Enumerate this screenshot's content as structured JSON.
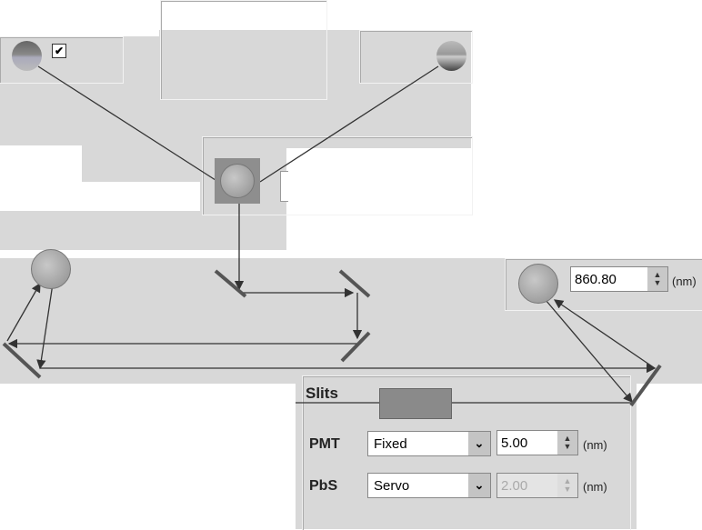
{
  "lamps": {
    "left_checkbox": "✔"
  },
  "wavelength": {
    "value": "860.80",
    "unit": "(nm)"
  },
  "slits": {
    "title": "Slits",
    "rows": [
      {
        "label": "PMT",
        "mode": "Fixed",
        "width": "5.00",
        "unit": "(nm)",
        "enabled": true
      },
      {
        "label": "PbS",
        "mode": "Servo",
        "width": "2.00",
        "unit": "(nm)",
        "enabled": false
      }
    ]
  },
  "icons": {
    "dropdown": "⌄",
    "spin_up": "▲",
    "spin_down": "▼"
  }
}
